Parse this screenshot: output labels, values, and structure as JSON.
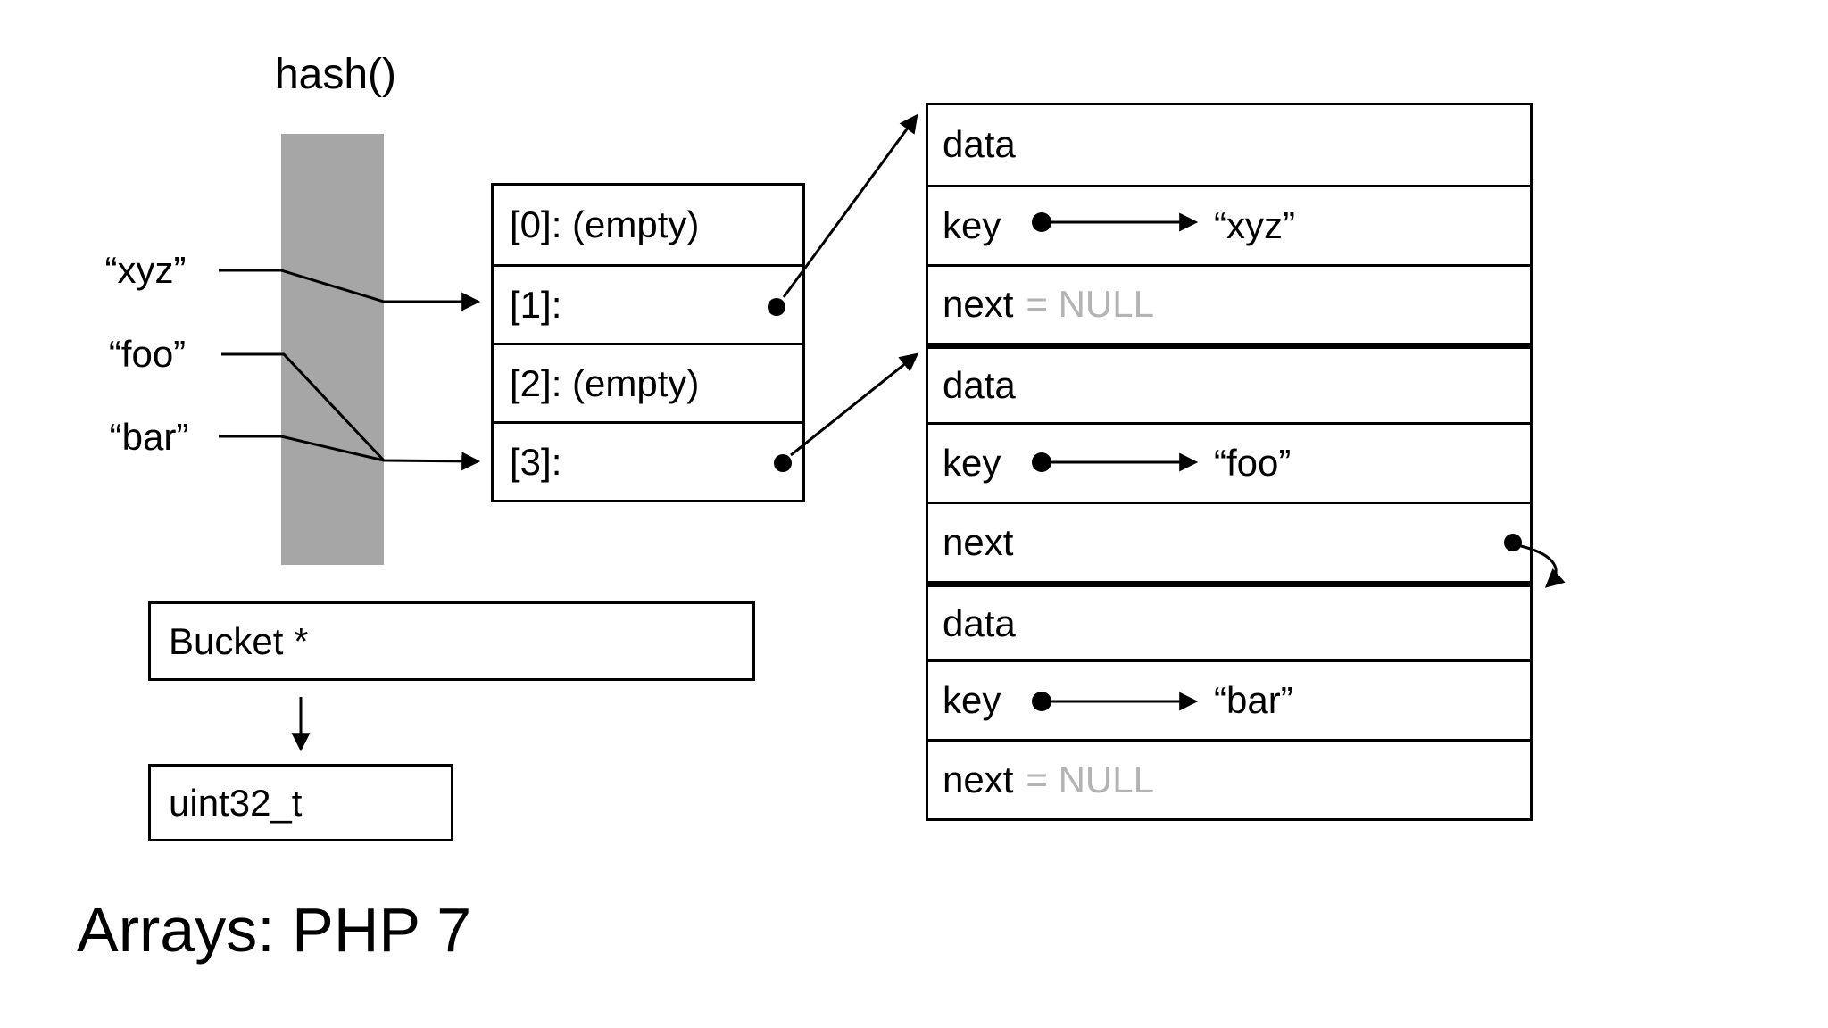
{
  "title": "Arrays: PHP 7",
  "hash_function": {
    "label": "hash()"
  },
  "input_keys": [
    "“xyz”",
    "“foo”",
    "“bar”"
  ],
  "hash_table": {
    "slots": [
      "[0]: (empty)",
      "[1]:",
      "[2]: (empty)",
      "[3]:"
    ]
  },
  "buckets": [
    {
      "data": "data",
      "key": "key",
      "value": "“xyz”",
      "next": "next",
      "next_value": "= NULL"
    },
    {
      "data": "data",
      "key": "key",
      "value": "“foo”",
      "next": "next",
      "next_value": ""
    },
    {
      "data": "data",
      "key": "key",
      "value": "“bar”",
      "next": "next",
      "next_value": "= NULL"
    }
  ],
  "pointer_box": {
    "label": "Bucket *"
  },
  "hash_value_box": {
    "label": "uint32_t"
  },
  "colors": {
    "hash_bar": "#a6a6a6",
    "line": "#000000",
    "muted_text": "#b3b3b3",
    "background": "#ffffff"
  }
}
